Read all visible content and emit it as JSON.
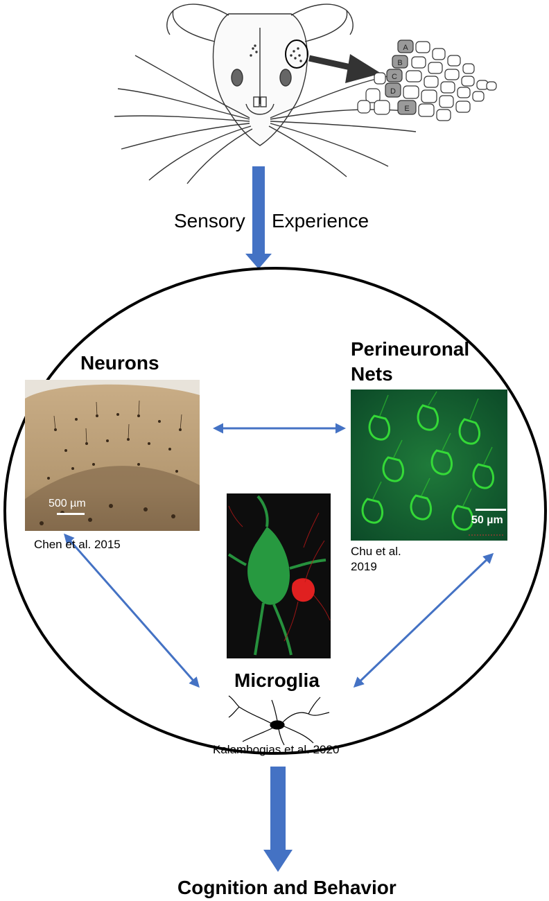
{
  "flow": {
    "input_word_1": "Sensory",
    "input_word_2": "Experience",
    "output": "Cognition and Behavior"
  },
  "nodes": {
    "neurons": {
      "title": "Neurons",
      "citation": "Chen et al. 2015",
      "scale_bar": "500 µm"
    },
    "perineuronal_nets": {
      "title_line1": "Perineuronal",
      "title_line2": "Nets",
      "citation_line1": "Chu et al.",
      "citation_line2": "2019",
      "scale_bar": "50 µm"
    },
    "microglia": {
      "title": "Microglia",
      "citation": "Kalambogias et al. 2020"
    }
  },
  "barrel_map": {
    "labels": [
      "A",
      "B",
      "C",
      "D",
      "E"
    ]
  },
  "colors": {
    "arrow_blue": "#4472c4",
    "outline": "#000000",
    "pnn_green": "#33cc33",
    "tissue_brown": "#b89a72",
    "microglia_red": "#e02020"
  }
}
